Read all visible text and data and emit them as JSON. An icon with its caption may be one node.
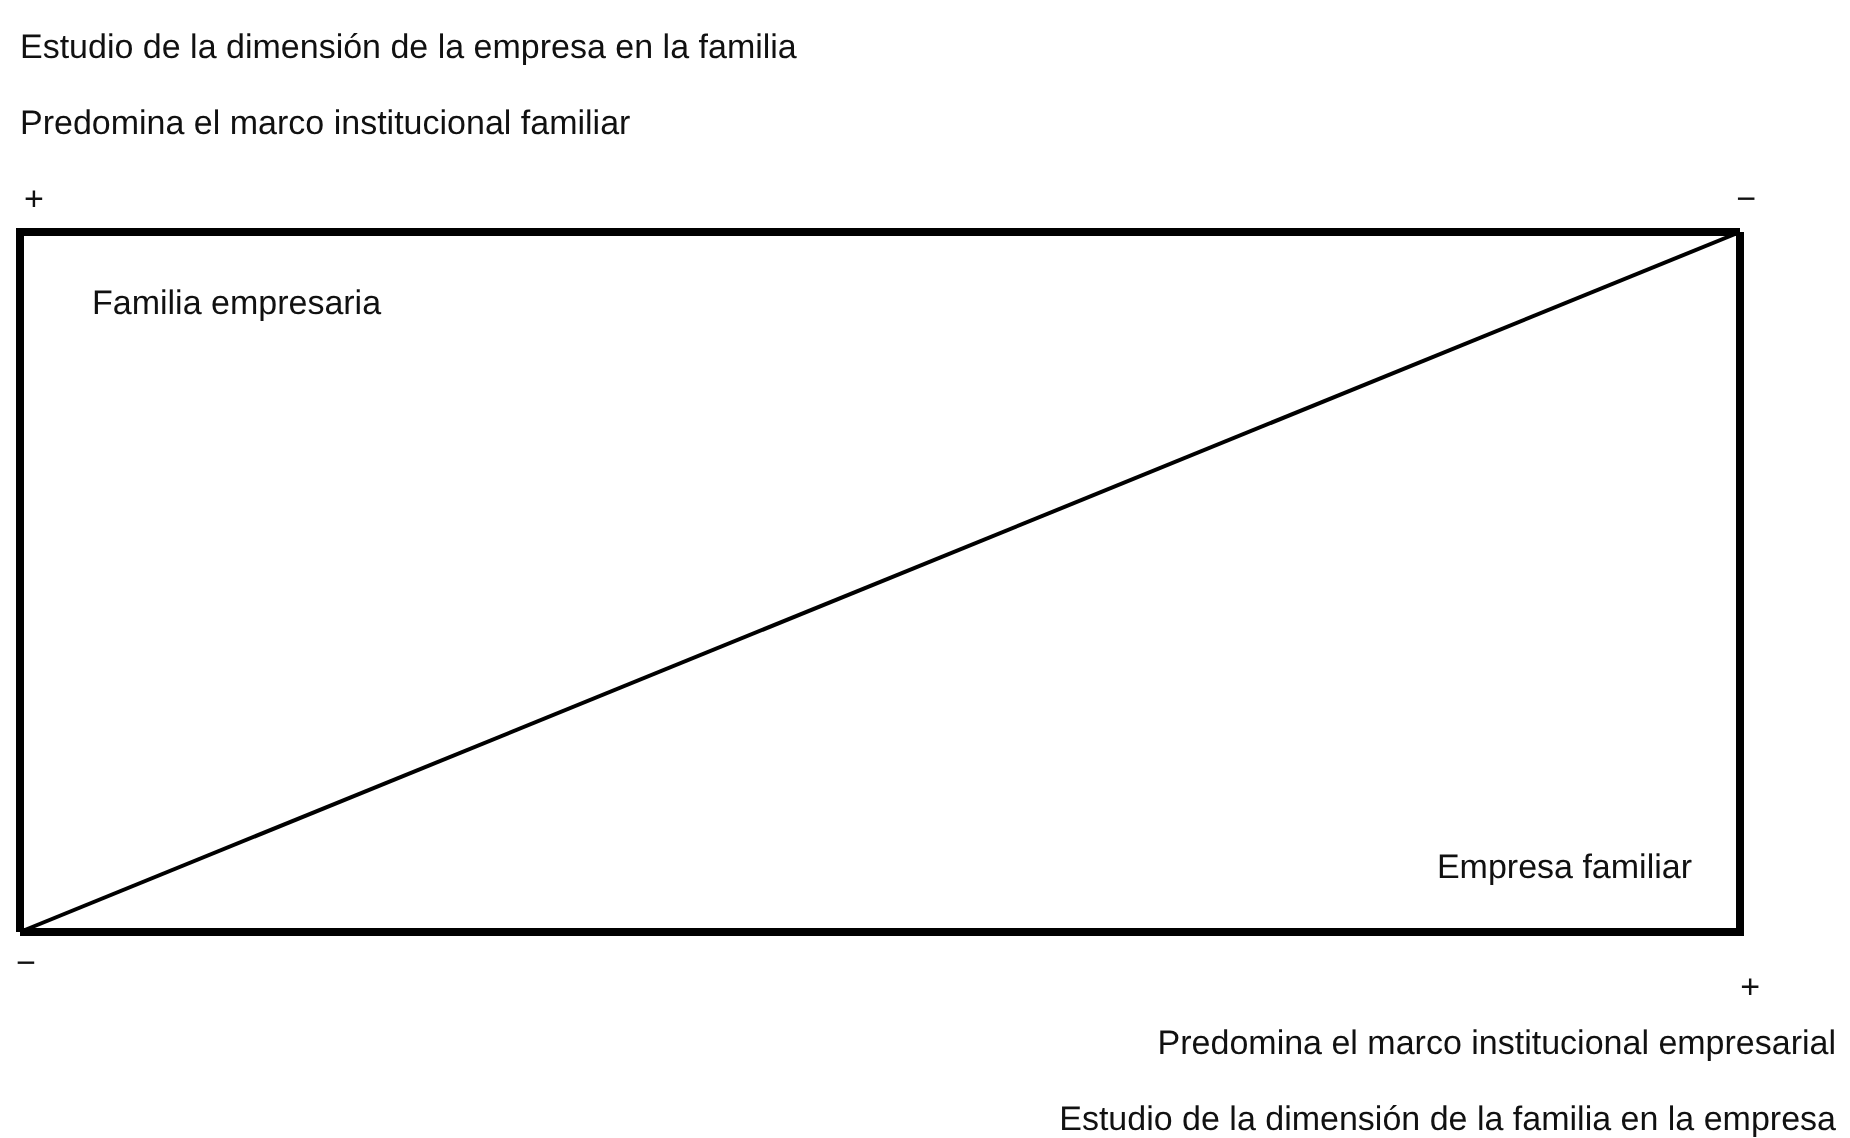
{
  "diagram": {
    "nodes": [
      {
        "text": [
          "Familia empresaria"
        ]
      },
      {
        "text": [
          "Empresa familiar"
        ]
      }
    ],
    "labels": [
      "Estudio de la dimensión de la empresa en la familia",
      "Predomina el marco institucional familiar",
      "+",
      "−",
      "−",
      "+",
      "Predomina el marco institucional empresarial",
      "Estudio de la dimensión de la familia en la empresa"
    ]
  }
}
